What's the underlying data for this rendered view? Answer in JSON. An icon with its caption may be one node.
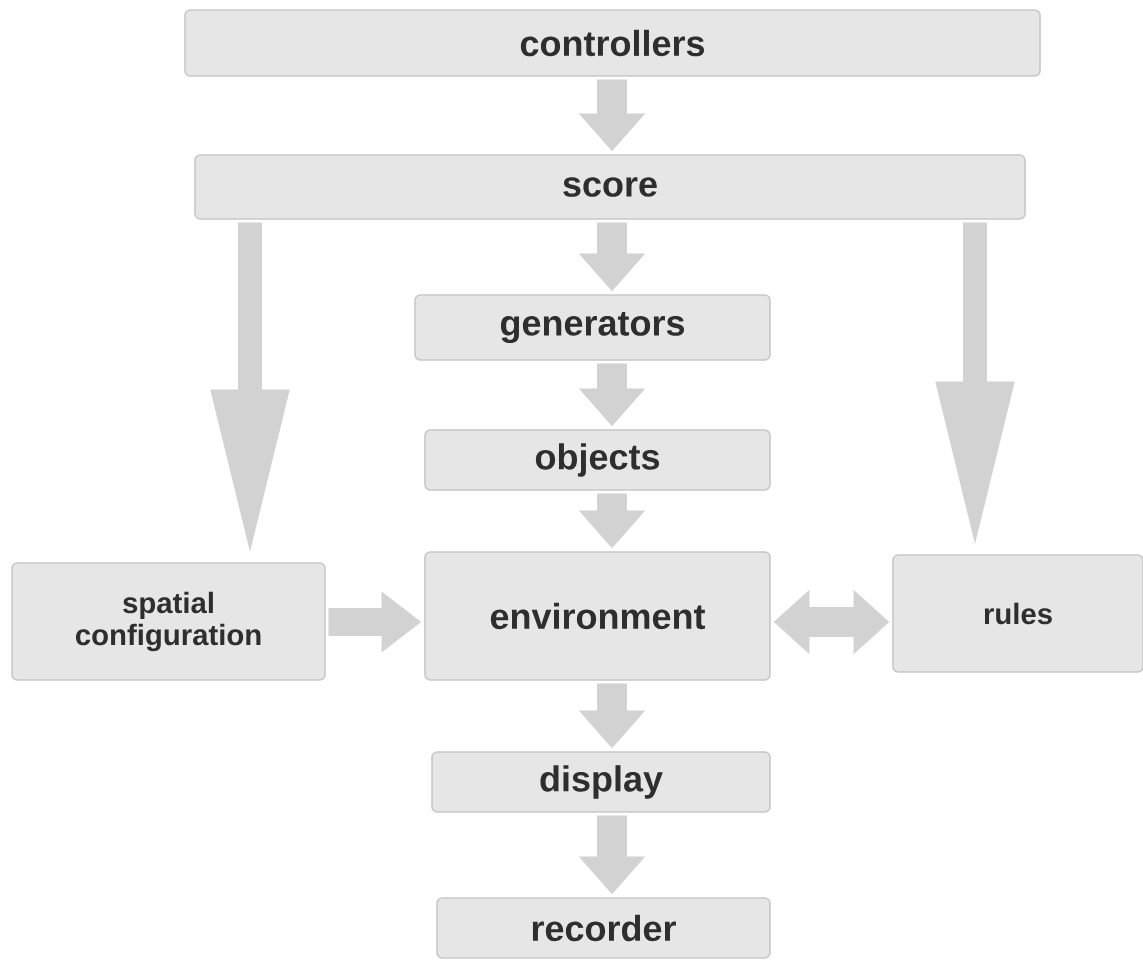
{
  "diagram": {
    "nodes": [
      {
        "text": [
          "controllers"
        ]
      },
      {
        "text": [
          "score"
        ]
      },
      {
        "text": [
          "generators"
        ]
      },
      {
        "text": [
          "objects"
        ]
      },
      {
        "text": [
          "spatial configuration"
        ]
      },
      {
        "text": [
          "environment"
        ]
      },
      {
        "text": [
          "rules"
        ]
      },
      {
        "text": [
          "display"
        ]
      },
      {
        "text": [
          "recorder"
        ]
      }
    ],
    "edges": [
      {
        "from": 0,
        "to": 1,
        "arrow": "to"
      },
      {
        "from": 1,
        "to": 2,
        "arrow": "to"
      },
      {
        "from": 1,
        "to": 4,
        "arrow": "to"
      },
      {
        "from": 1,
        "to": 6,
        "arrow": "to"
      },
      {
        "from": 2,
        "to": 3,
        "arrow": "to"
      },
      {
        "from": 3,
        "to": 5,
        "arrow": "to"
      },
      {
        "from": 4,
        "to": 5,
        "arrow": "to"
      },
      {
        "from": 5,
        "to": 6,
        "arrow": "both"
      },
      {
        "from": 5,
        "to": 7,
        "arrow": "to"
      },
      {
        "from": 7,
        "to": 8,
        "arrow": "to"
      }
    ]
  }
}
